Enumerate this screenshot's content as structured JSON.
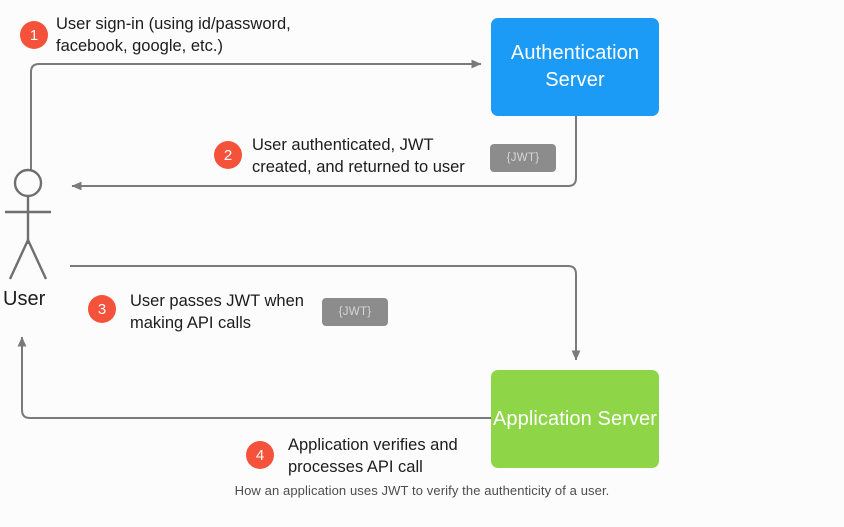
{
  "figure": {
    "caption": "How an application uses JWT to verify the authenticity of a user.",
    "colors": {
      "auth_server": "#1b9bf5",
      "app_server": "#8ed647",
      "step_badge": "#f4523b",
      "jwt_chip": "#8c8c8c",
      "wire": "#7a7a7a",
      "background": "#fcfcfc"
    }
  },
  "actors": {
    "user": {
      "label": "User",
      "icon": "stick-figure-icon"
    },
    "auth_server": {
      "label": "Authentication\nServer"
    },
    "app_server": {
      "label": "Application\nServer"
    }
  },
  "steps": [
    {
      "number": "1",
      "text": "User sign-in (using id/password,\nfacebook, google, etc.)",
      "jwt_chip": null
    },
    {
      "number": "2",
      "text": "User authenticated, JWT\ncreated, and returned to user",
      "jwt_chip": "{JWT}"
    },
    {
      "number": "3",
      "text": "User passes JWT when\nmaking API calls",
      "jwt_chip": "{JWT}"
    },
    {
      "number": "4",
      "text": "Application verifies and\nprocesses API call",
      "jwt_chip": null
    }
  ]
}
